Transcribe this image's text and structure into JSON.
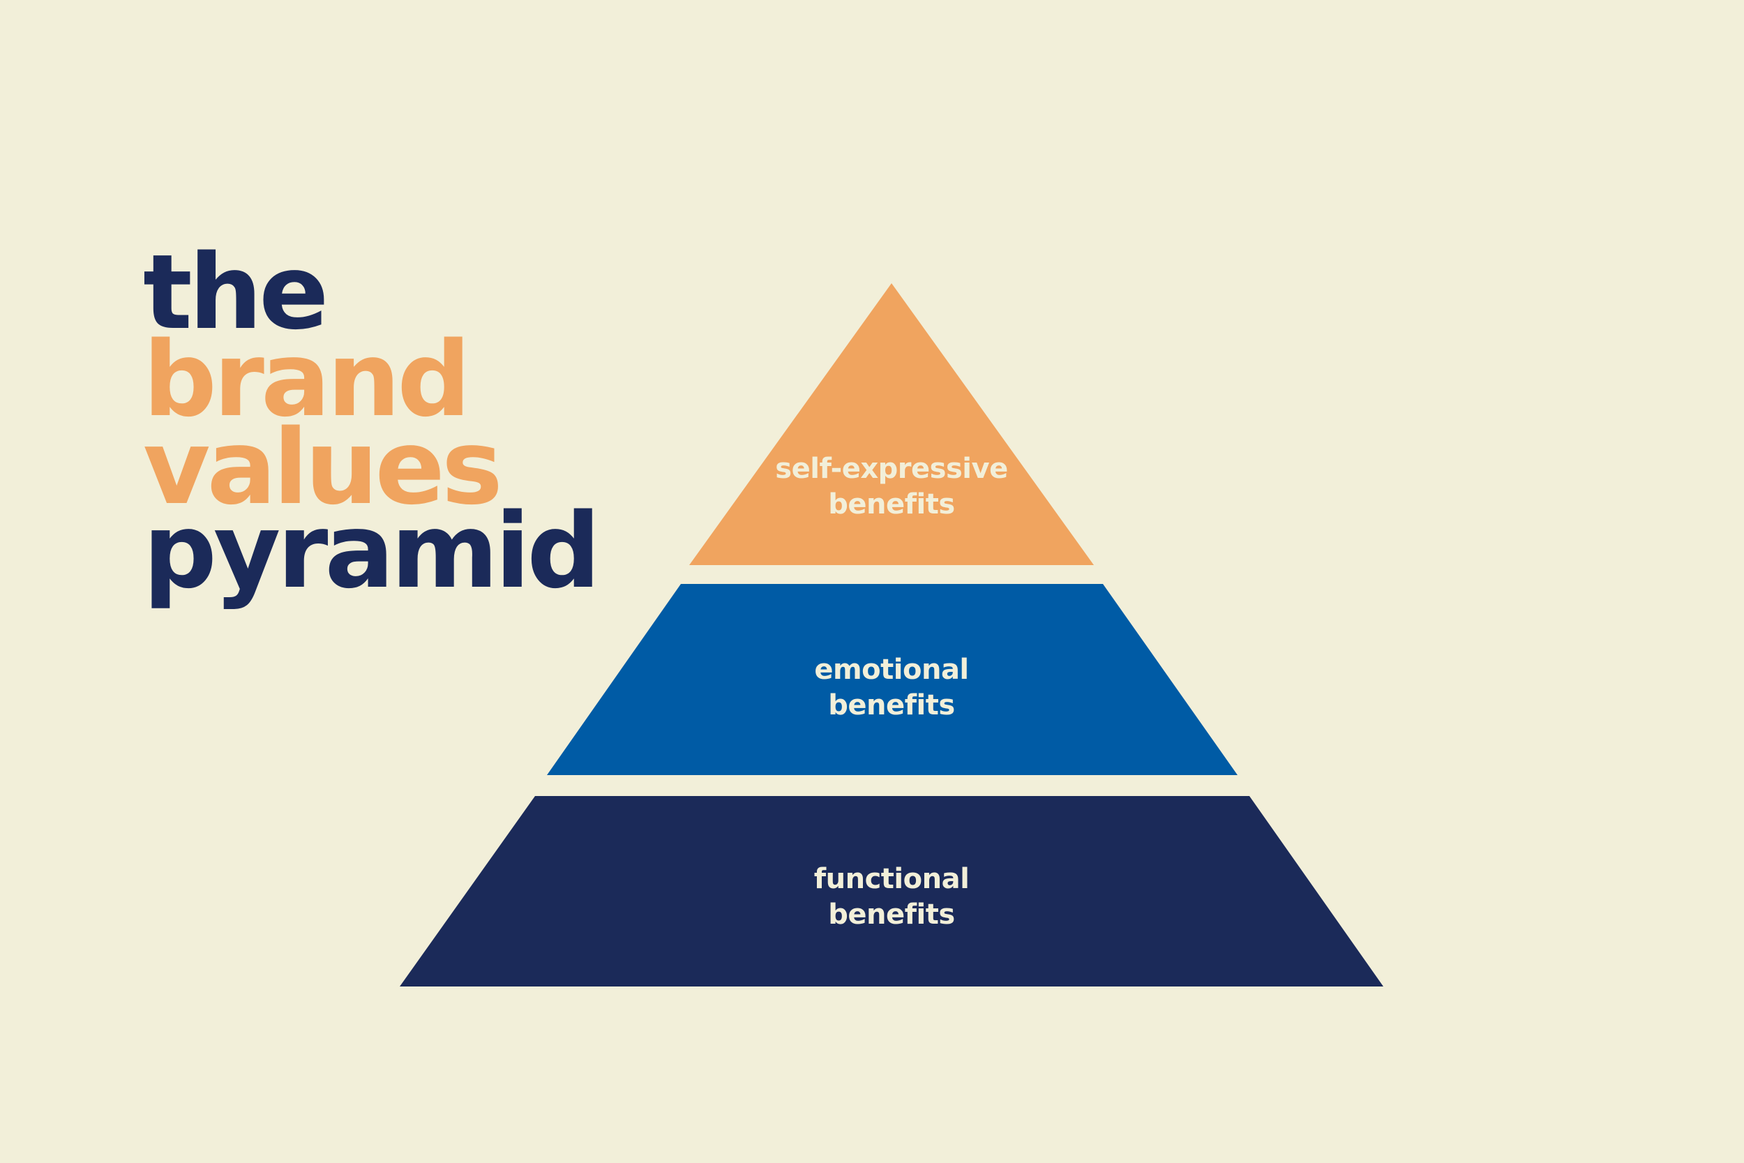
{
  "title": {
    "line1": "the",
    "line2": "brand",
    "line3": "values",
    "line4": "pyramid"
  },
  "pyramid": {
    "tiers": [
      {
        "id": "top",
        "line1": "self-expressive",
        "line2": "benefits",
        "color": "#f0a45f"
      },
      {
        "id": "middle",
        "line1": "emotional",
        "line2": "benefits",
        "color": "#005ba5"
      },
      {
        "id": "bottom",
        "line1": "functional",
        "line2": "benefits",
        "color": "#1b2a59"
      }
    ],
    "label_color": "#f2efd9"
  },
  "colors": {
    "background": "#f2efd9",
    "navy": "#1b2a59",
    "orange": "#f0a45f",
    "blue": "#005ba5"
  }
}
